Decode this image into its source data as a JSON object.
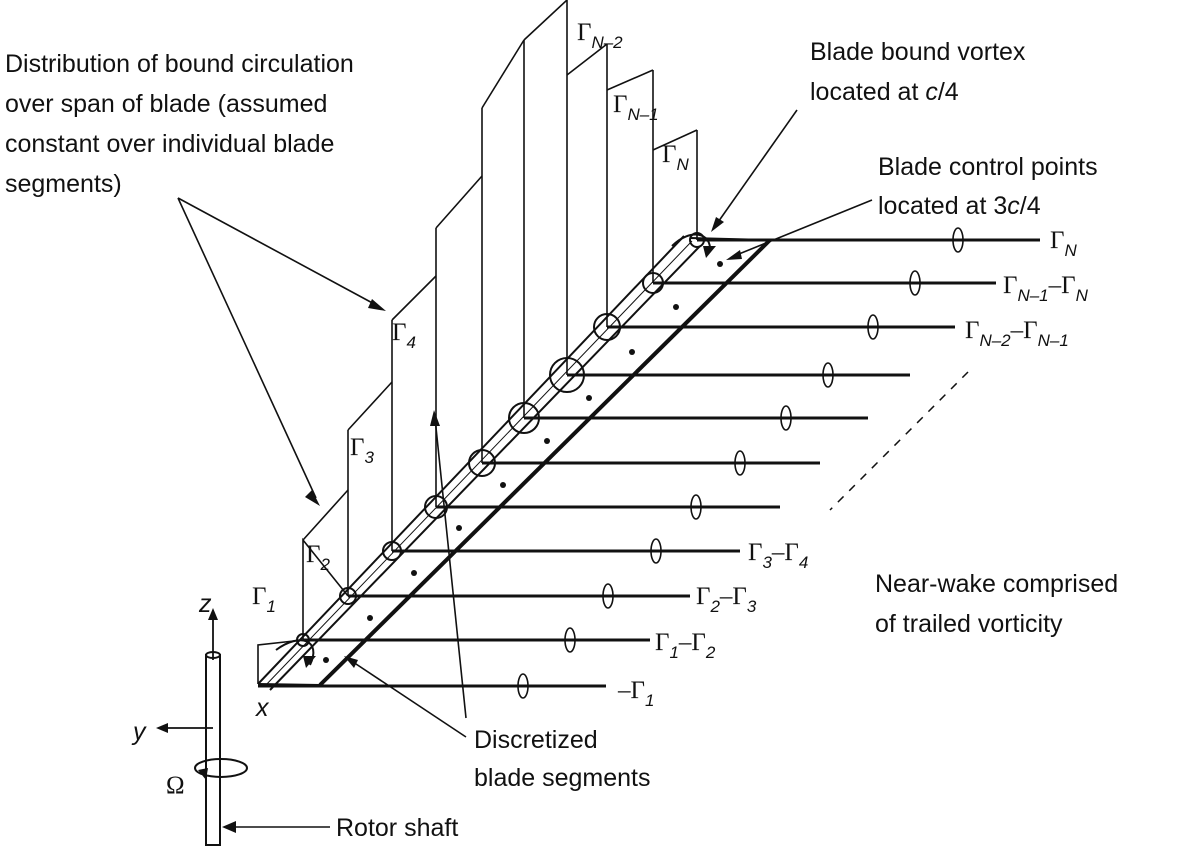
{
  "annotations": {
    "circulation_distribution": [
      "Distribution of bound circulation",
      "over span of blade (assumed",
      "constant over individual blade",
      "segments)"
    ],
    "bound_vortex": [
      "Blade bound vortex",
      "located at ",
      "c",
      "/4"
    ],
    "control_points": [
      "Blade control points",
      "located at 3",
      "c",
      "/4"
    ],
    "near_wake": [
      "Near-wake comprised",
      "of trailed vorticity"
    ],
    "discretized": [
      "Discretized",
      "blade segments"
    ],
    "rotor_shaft": "Rotor shaft"
  },
  "axes": {
    "z": "z",
    "y": "y",
    "x": "x",
    "omega": "Ω"
  },
  "gamma_symbol": "Γ",
  "segment_labels": [
    {
      "base": "Γ",
      "sub": "1"
    },
    {
      "base": "Γ",
      "sub": "2"
    },
    {
      "base": "Γ",
      "sub": "3"
    },
    {
      "base": "Γ",
      "sub": "4"
    },
    {
      "base": "Γ",
      "sub": "N–2"
    },
    {
      "base": "Γ",
      "sub": "N–1"
    },
    {
      "base": "Γ",
      "sub": "N"
    }
  ],
  "trailed_labels": [
    {
      "text": "–Γ",
      "sub": "1"
    },
    {
      "text": "Γ",
      "sub": "1",
      "text2": "–Γ",
      "sub2": "2"
    },
    {
      "text": "Γ",
      "sub": "2",
      "text2": "–Γ",
      "sub2": "3"
    },
    {
      "text": "Γ",
      "sub": "3",
      "text2": "–Γ",
      "sub2": "4"
    },
    {
      "text": "Γ",
      "sub": "N–2",
      "text2": "–Γ",
      "sub2": "N–1"
    },
    {
      "text": "Γ",
      "sub": "N–1",
      "text2": "–Γ",
      "sub2": "N"
    },
    {
      "text": "Γ",
      "sub": "N"
    }
  ]
}
